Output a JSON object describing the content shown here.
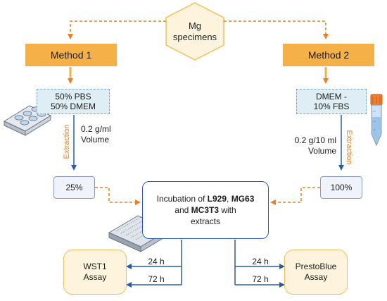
{
  "specimens": {
    "line1": "Mg",
    "line2": "specimens"
  },
  "method1": {
    "label": "Method 1",
    "prep_line1": "50% PBS",
    "prep_line2": "50% DMEM",
    "extraction": "Extraction",
    "volume_line1": "0.2 g/ml",
    "volume_line2": "Volume",
    "concentration": "25%"
  },
  "method2": {
    "label": "Method 2",
    "prep_line1": "DMEM -",
    "prep_line2": "10% FBS",
    "extraction": "Extraction",
    "volume_line1": "0.2 g/10 ml",
    "volume_line2": "Volume",
    "concentration": "100%"
  },
  "incubation": {
    "t1": "Incubation of ",
    "b1": "L929",
    "t2": ", ",
    "b2": "MG63",
    "t3": "and ",
    "b3": "MC3T3",
    "t4": " with",
    "t5": "extracts"
  },
  "assays": {
    "wst1_line1": "WST1",
    "wst1_line2": "Assay",
    "presto_line1": "PrestoBlue",
    "presto_line2": "Assay",
    "left_24": "24 h",
    "left_72": "72 h",
    "right_24": "24 h",
    "right_72": "72 h"
  },
  "colors": {
    "orange": "#ee7e25",
    "method_fill": "#f6b048",
    "blue": "#2b5ba8"
  },
  "icons": [
    "hexagon-shape",
    "well-plate-icon",
    "falcon-tube-icon",
    "microplate-icon"
  ]
}
